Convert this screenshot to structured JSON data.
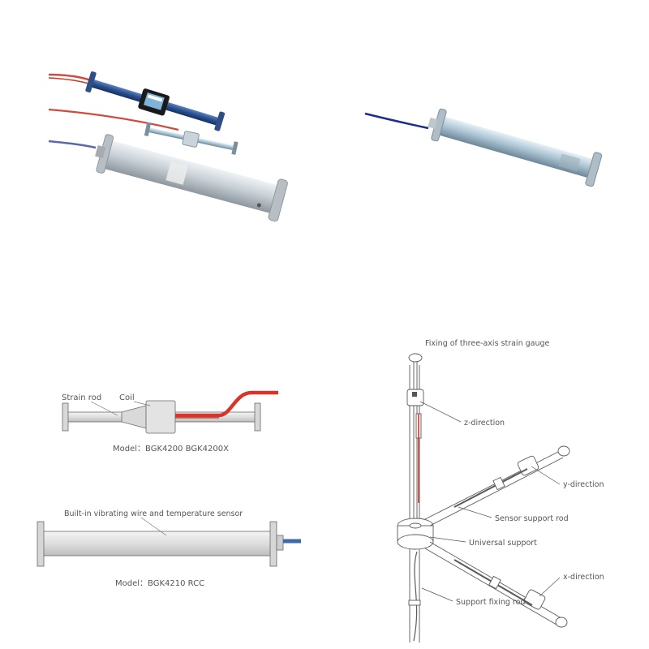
{
  "colors": {
    "blue_cable": "#1c2d8a",
    "red_cable": "#d8342a",
    "steel": "#c4ccd2",
    "blue_body": "#2a4f8f",
    "label_text": "#555555",
    "line_art": "#5a5a5a"
  },
  "diagram_a": {
    "strain_rod_label": "Strain rod",
    "coil_label": "Coil",
    "model": "Model：BGK4200  BGK4200X"
  },
  "diagram_b": {
    "sensor_label": "Built-in vibrating wire and temperature sensor",
    "model": "Model：BGK4210 RCC"
  },
  "diagram_c": {
    "title": "Fixing of three-axis strain gauge",
    "z_direction": "z-direction",
    "y_direction": "y-direction",
    "sensor_support_rod": "Sensor support rod",
    "universal_support": "Universal support",
    "x_direction": "x-direction",
    "support_fixing_rod": "Support fixing rod"
  }
}
